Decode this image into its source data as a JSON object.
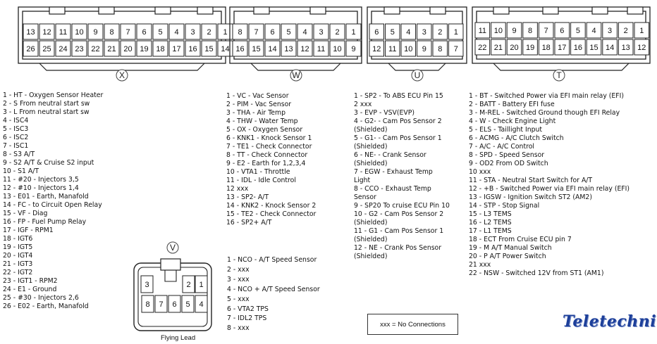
{
  "connectors": {
    "x": {
      "label": "X",
      "top_pins": [
        "13",
        "12",
        "11",
        "10",
        "9",
        "8",
        "7",
        "6",
        "5",
        "4",
        "3",
        "2",
        "1"
      ],
      "bottom_pins": [
        "26",
        "25",
        "24",
        "23",
        "22",
        "21",
        "20",
        "19",
        "18",
        "17",
        "16",
        "15",
        "14"
      ]
    },
    "w": {
      "label": "W",
      "top_pins": [
        "8",
        "7",
        "6",
        "5",
        "4",
        "3",
        "2",
        "1"
      ],
      "bottom_pins": [
        "16",
        "15",
        "14",
        "13",
        "12",
        "11",
        "10",
        "9"
      ]
    },
    "u": {
      "label": "U",
      "top_pins": [
        "6",
        "5",
        "4",
        "3",
        "2",
        "1"
      ],
      "bottom_pins": [
        "12",
        "11",
        "10",
        "9",
        "8",
        "7"
      ]
    },
    "t": {
      "label": "T",
      "top_pins": [
        "11",
        "10",
        "9",
        "8",
        "7",
        "6",
        "5",
        "4",
        "3",
        "2",
        "1"
      ],
      "bottom_pins": [
        "22",
        "21",
        "20",
        "19",
        "18",
        "17",
        "16",
        "15",
        "14",
        "13",
        "12"
      ]
    },
    "v": {
      "label": "V",
      "top_pins": [
        "3",
        "2",
        "1"
      ],
      "bottom_pins": [
        "8",
        "7",
        "6",
        "5",
        "4"
      ]
    }
  },
  "pinouts": {
    "x": [
      "1 - HT - Oxygen Sensor Heater",
      "2 - S From neutral start sw",
      "3 - L From neutral start sw",
      "4 - ISC4",
      "5 - ISC3",
      "6 - ISC2",
      "7 - ISC1",
      "8 - S3 A/T",
      "9 - S2 A/T & Cruise S2 input",
      "10 - S1 A/T",
      "11 - #20 - Injectors 3,5",
      "12 - #10 - Injectors 1,4",
      "13 - E01 - Earth, Manafold",
      "14 - FC - to Circuit Open Relay",
      "15 - VF - Diag",
      "16 - FP - Fuel Pump Relay",
      "17 - IGF - RPM1",
      "18 - IGT6",
      "19 - IGT5",
      "20 - IGT4",
      "21 - IGT3",
      "22 - IGT2",
      "23 - IGT1 - RPM2",
      "24 - E1 - Ground",
      "25 - #30 - Injectors 2,6",
      "26 - E02 - Earth, Manafold"
    ],
    "w": [
      "1 - VC - Vac Sensor",
      "2 - PIM - Vac Sensor",
      "3 - THA - Air Temp",
      "4 - THW - Water Temp",
      "5 - OX - Oxygen Sensor",
      "6 - KNK1 - Knock Sensor 1",
      "7 - TE1 - Check Connector",
      "8 - TT - Check Connector",
      "9 - E2 - Earth for 1,2,3,4",
      "10 - VTA1 - Throttle",
      "11 - IDL - Idle Control",
      "12 xxx",
      "13 - SP2- A/T",
      "14 - KNK2 - Knock Sensor 2",
      "15 - TE2 - Check Connector",
      "16 - SP2+ A/T"
    ],
    "u": [
      "1 - SP2 - To ABS ECU Pin 15",
      "2 xxx",
      "3 - EVP - VSV(EVP)",
      "4 - G2- - Cam Pos Sensor 2",
      "(Shielded)",
      "5 - G1- - Cam Pos Sensor 1",
      "(Shielded)",
      "6 - NE- - Crank Sensor",
      "(Shielded)",
      "7 - EGW - Exhaust Temp",
      "Light",
      "8 - CCO - Exhaust Temp",
      "Sensor",
      "9 - SP20 To cruise ECU Pin 10",
      "10 - G2 - Cam Pos Sensor 2",
      "(Shielded)",
      "11 - G1 - Cam Pos Sensor 1",
      "(Shielded)",
      "12 - NE - Crank Pos Sensor",
      "(Shielded)"
    ],
    "t": [
      "1 - BT - Switched Power via EFI main relay (EFI)",
      "2 - BATT - Battery EFI fuse",
      "3 - M-REL - Switched Ground though EFI Relay",
      "4 - W - Check Engine Light",
      "5 - ELS - Taillight Input",
      "6 - ACMG - A/C Clutch Switch",
      "7 - A/C - A/C Control",
      "8 - SPD - Speed Sensor",
      "9 - OD2 From OD Switch",
      "10 xxx",
      "11 - STA - Neutral Start Switch for A/T",
      "12 - +B - Switched Power via EFI main relay (EFI)",
      "13 - IGSW - Ignition Switch ST2 (AM2)",
      "14 - STP - Stop Signal",
      "15 - L3 TEMS",
      "16 - L2 TEMS",
      "17 - L1 TEMS",
      "18 - ECT From Cruise ECU pin 7",
      "19 - M A/T Manual Switch",
      "20 - P A/T Power Switch",
      "21 xxx",
      "22 - NSW - Switched 12V from ST1 (AM1)"
    ],
    "v": [
      "1 - NCO - A/T Speed Sensor",
      "2 - xxx",
      "3 - xxx",
      "4 - NCO + A/T Speed Sensor",
      "5 - xxx",
      "6 - VTA2 TPS",
      "7 - IDL2 TPS",
      "8 - xxx"
    ]
  },
  "flying_lead_caption": "Flying Lead",
  "legend": "xxx = No Connections",
  "logo": "Teletechnika"
}
